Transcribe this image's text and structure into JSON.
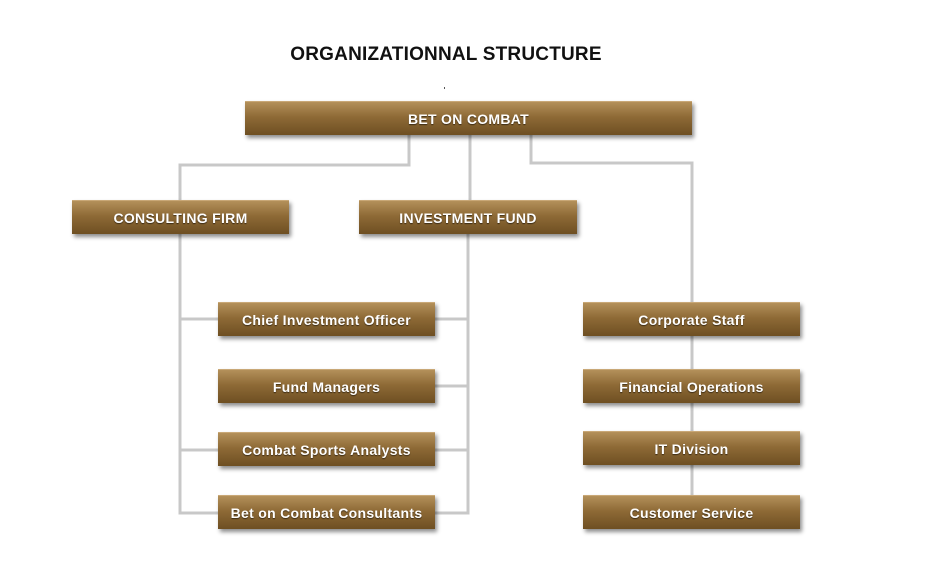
{
  "title": "ORGANIZATIONNAL STRUCTURE",
  "colors": {
    "box_top": "#b3905a",
    "box_bottom": "#6e4f22",
    "connector": "#c8c8c8",
    "text": "#ffffff"
  },
  "nodes": {
    "root": "BET ON COMBAT",
    "consulting_firm": "CONSULTING FIRM",
    "investment_fund": "INVESTMENT FUND",
    "chief_investment_officer": "Chief Investment Officer",
    "fund_managers": "Fund Managers",
    "combat_sports_analysts": "Combat Sports Analysts",
    "bet_on_combat_consultants": "Bet on Combat Consultants",
    "corporate_staff": "Corporate Staff",
    "financial_operations": "Financial Operations",
    "it_division": "IT Division",
    "customer_service": "Customer Service"
  }
}
